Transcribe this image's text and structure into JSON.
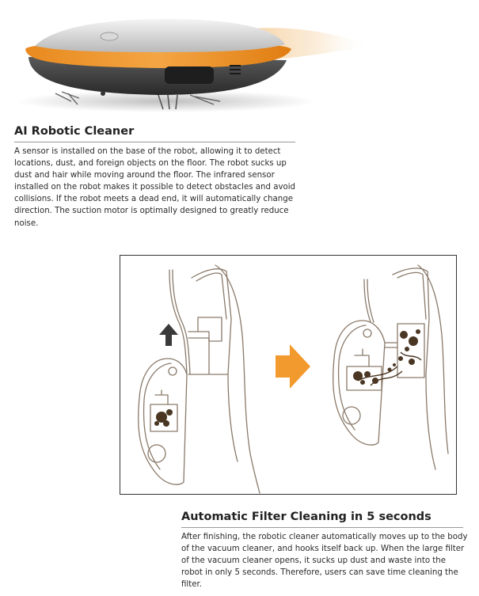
{
  "colors": {
    "accent_orange": "#f29a2e",
    "line_brown": "#8a7a6a",
    "debris": "#4a3622",
    "arrow_dark": "#3a3a3a"
  },
  "sections": [
    {
      "title": "AI Robotic Cleaner",
      "body": "A sensor is installed on the base of the robot, allowing it to detect locations, dust, and foreign objects on the floor. The robot sucks up dust and hair while moving around the floor. The infrared sensor installed on the robot makes it possible to detect obstacles and avoid collisions. If the robot meets a dead end, it will automatically change direction. The suction motor is optimally designed to greatly reduce noise."
    },
    {
      "title": "Automatic Filter Cleaning in 5 seconds",
      "body": "After finishing, the robotic cleaner automatically moves up to the body of the vacuum cleaner, and hooks itself back up. When the large filter of the vacuum cleaner opens, it sucks up dust and waste into the robot in only 5 seconds. Therefore, users can save time cleaning the filter."
    }
  ],
  "icons": {
    "up_arrow": "up-arrow-icon",
    "right_arrow": "right-arrow-icon"
  }
}
